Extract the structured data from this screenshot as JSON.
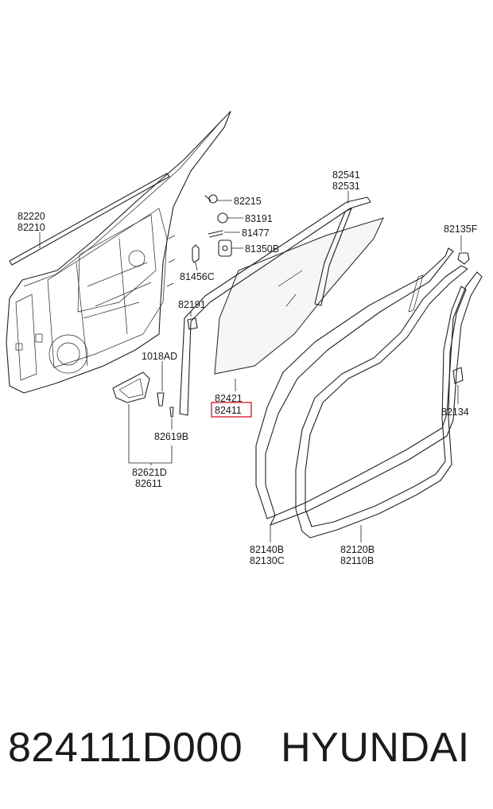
{
  "diagram": {
    "labels": {
      "l82220": "82220",
      "l82210": "82210",
      "l82215": "82215",
      "l83191": "83191",
      "l81477": "81477",
      "l81350B": "81350B",
      "l81456C": "81456C",
      "l82191": "82191",
      "l1018AD": "1018AD",
      "l82619B": "82619B",
      "l82621D": "82621D",
      "l82611": "82611",
      "l82541": "82541",
      "l82531": "82531",
      "l82421": "82421",
      "l82411": "82411",
      "l82135F": "82135F",
      "l82134": "82134",
      "l82140B": "82140B",
      "l82130C": "82130C",
      "l82120B": "82120B",
      "l82110B": "82110B"
    },
    "highlight_color": "#d9252a"
  },
  "footer": {
    "part_number": "824111D000",
    "brand": "HYUNDAI"
  }
}
